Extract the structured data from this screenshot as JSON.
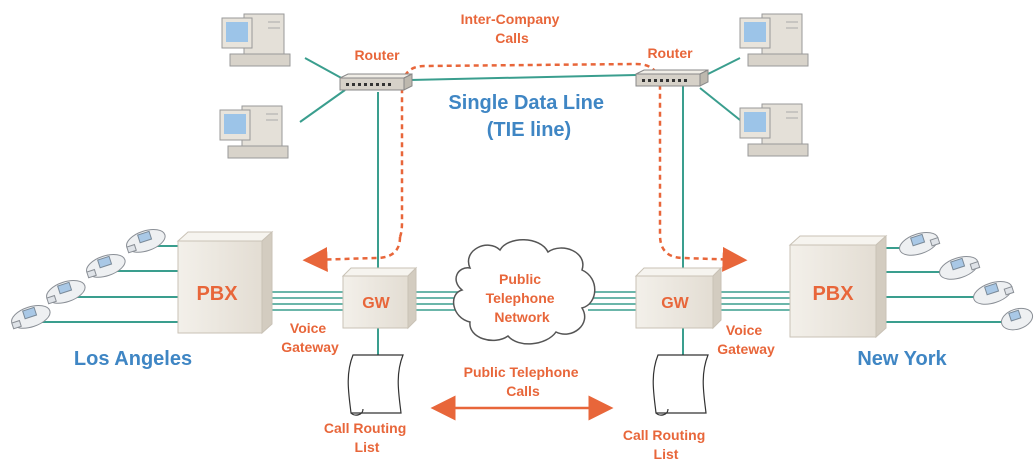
{
  "labels": {
    "inter_company_calls": [
      "Inter-Company",
      "Calls"
    ],
    "router_left": "Router",
    "router_right": "Router",
    "single_data_line": [
      "Single Data Line",
      "(TIE line)"
    ],
    "pbx_left": "PBX",
    "pbx_right": "PBX",
    "gw_left": "GW",
    "gw_right": "GW",
    "public_telephone_network": [
      "Public",
      "Telephone",
      "Network"
    ],
    "voice_gateway_left": [
      "Voice",
      "Gateway"
    ],
    "voice_gateway_right": [
      "Voice",
      "Gateway"
    ],
    "city_left": "Los Angeles",
    "city_right": "New York",
    "public_telephone_calls": [
      "Public Telephone",
      "Calls"
    ],
    "call_routing_left": [
      "Call Routing",
      "List"
    ],
    "call_routing_right": [
      "Call Routing",
      "List"
    ]
  },
  "colors": {
    "orange": "#e8663a",
    "blue": "#3f86c4",
    "teal": "#3a9e8e"
  }
}
